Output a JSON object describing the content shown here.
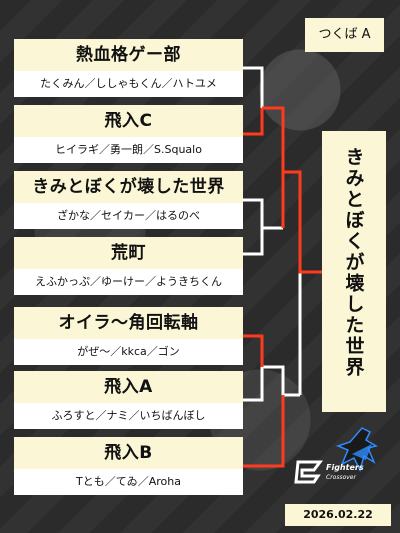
{
  "venue": "つくば A",
  "teams": [
    {
      "name": "熱血格ゲー部",
      "members": "たくみん／ししゃもくん／ハトユメ"
    },
    {
      "name": "飛入C",
      "members": "ヒイラギ／勇一朗／S.Squalo"
    },
    {
      "name": "きみとぼくが壊した世界",
      "members": "ざかな／セイカー／はるのべ"
    },
    {
      "name": "荒町",
      "members": "えふかっぷ／ゆーけー／ようきちくん"
    },
    {
      "name": "オイラ～角回転軸",
      "members": "がぜ～／kkca／ゴン"
    },
    {
      "name": "飛入A",
      "members": "ふろすと／ナミ／いちばんぼし"
    },
    {
      "name": "飛入B",
      "members": "Tとも／てゐ／Aroha"
    }
  ],
  "winner": "きみとぼくが壊した世界",
  "logo": {
    "title": "Fighters",
    "subtitle": "Crossover",
    "mark": "2"
  },
  "date": "2026.02.22",
  "colors": {
    "winner_path": "#ff3b1f",
    "loser_path": "#ffffff",
    "card": "#fbf7d6"
  }
}
